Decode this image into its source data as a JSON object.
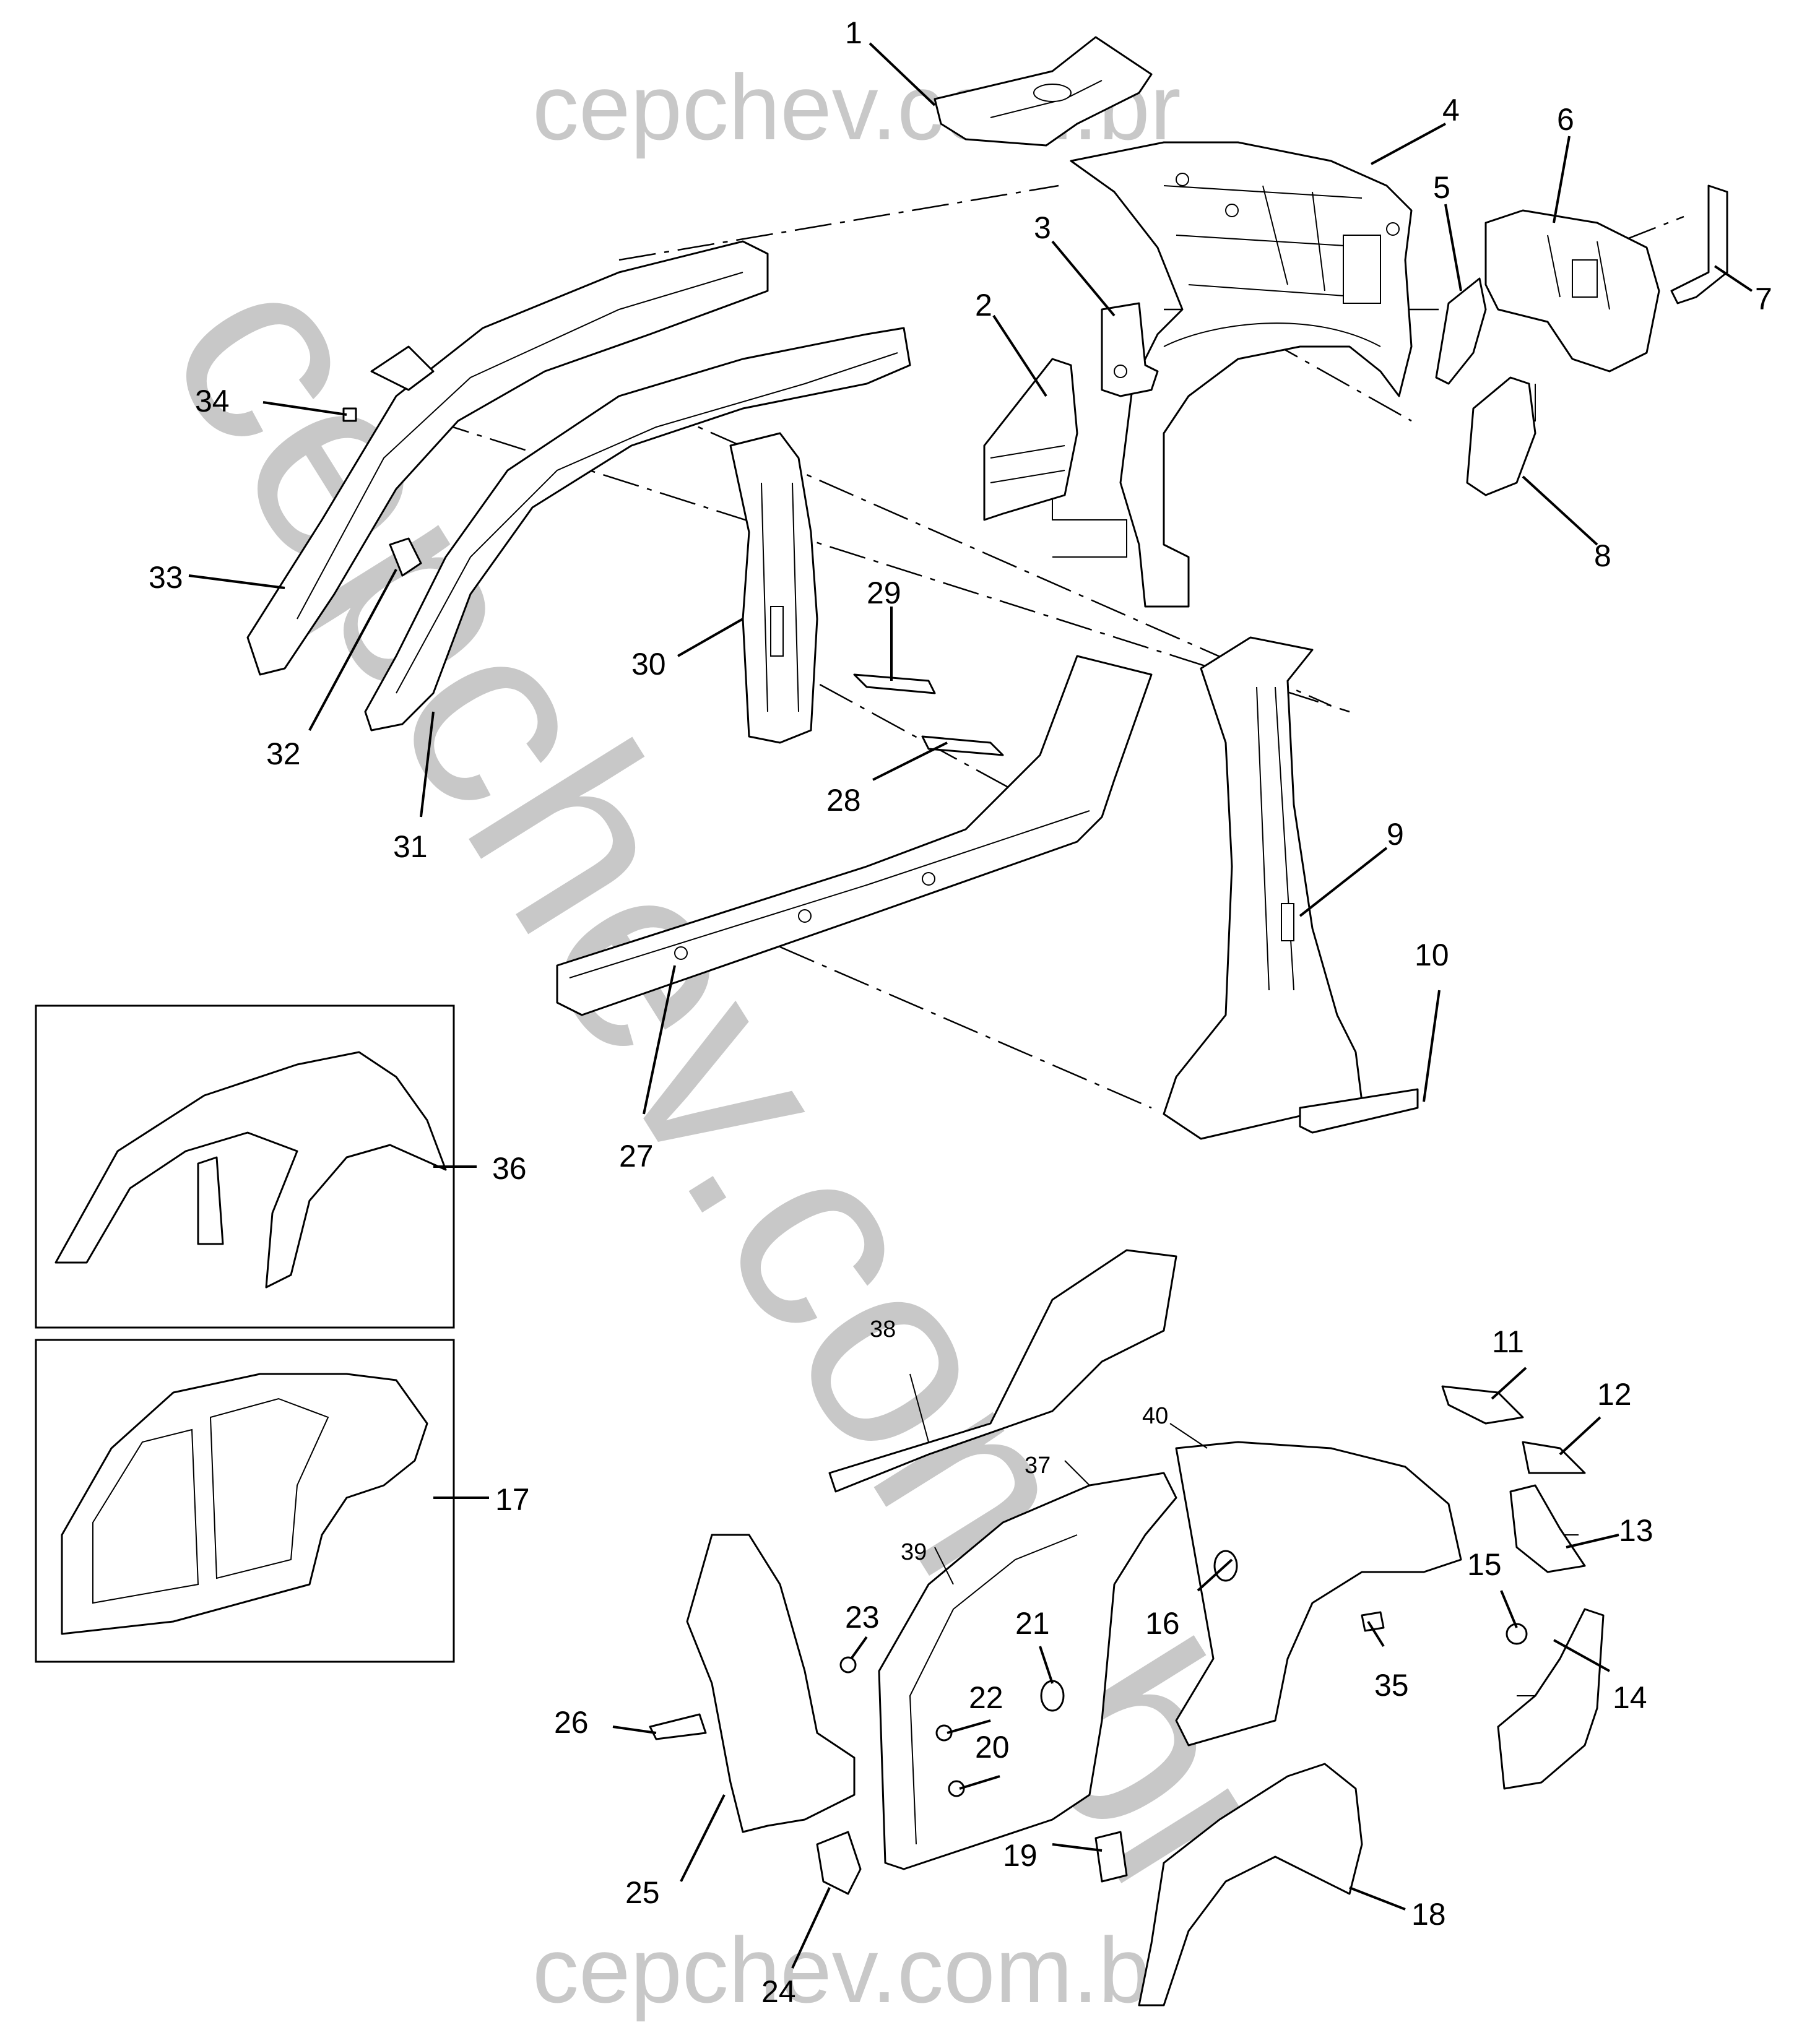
{
  "watermark": {
    "top": "cepchev.com.br",
    "bottom": "cepchev.com.br",
    "diagonal": "cepchev.com.br"
  },
  "callouts": [
    {
      "id": "c1",
      "label": "1"
    },
    {
      "id": "c2",
      "label": "2"
    },
    {
      "id": "c3",
      "label": "3"
    },
    {
      "id": "c4",
      "label": "4"
    },
    {
      "id": "c5",
      "label": "5"
    },
    {
      "id": "c6",
      "label": "6"
    },
    {
      "id": "c7",
      "label": "7"
    },
    {
      "id": "c8",
      "label": "8"
    },
    {
      "id": "c9",
      "label": "9"
    },
    {
      "id": "c10",
      "label": "10"
    },
    {
      "id": "c11",
      "label": "11"
    },
    {
      "id": "c12",
      "label": "12"
    },
    {
      "id": "c13",
      "label": "13"
    },
    {
      "id": "c14",
      "label": "14"
    },
    {
      "id": "c15",
      "label": "15"
    },
    {
      "id": "c16",
      "label": "16"
    },
    {
      "id": "c17",
      "label": "17"
    },
    {
      "id": "c18",
      "label": "18"
    },
    {
      "id": "c19",
      "label": "19"
    },
    {
      "id": "c20",
      "label": "20"
    },
    {
      "id": "c21",
      "label": "21"
    },
    {
      "id": "c22",
      "label": "22"
    },
    {
      "id": "c23",
      "label": "23"
    },
    {
      "id": "c24",
      "label": "24"
    },
    {
      "id": "c25",
      "label": "25"
    },
    {
      "id": "c26",
      "label": "26"
    },
    {
      "id": "c27",
      "label": "27"
    },
    {
      "id": "c28",
      "label": "28"
    },
    {
      "id": "c29",
      "label": "29"
    },
    {
      "id": "c30",
      "label": "30"
    },
    {
      "id": "c31",
      "label": "31"
    },
    {
      "id": "c32",
      "label": "32"
    },
    {
      "id": "c33",
      "label": "33"
    },
    {
      "id": "c34",
      "label": "34"
    },
    {
      "id": "c35",
      "label": "35"
    },
    {
      "id": "c36",
      "label": "36"
    },
    {
      "id": "c37",
      "label": "37"
    },
    {
      "id": "c38",
      "label": "38"
    },
    {
      "id": "c39",
      "label": "39"
    },
    {
      "id": "c40",
      "label": "40"
    }
  ]
}
